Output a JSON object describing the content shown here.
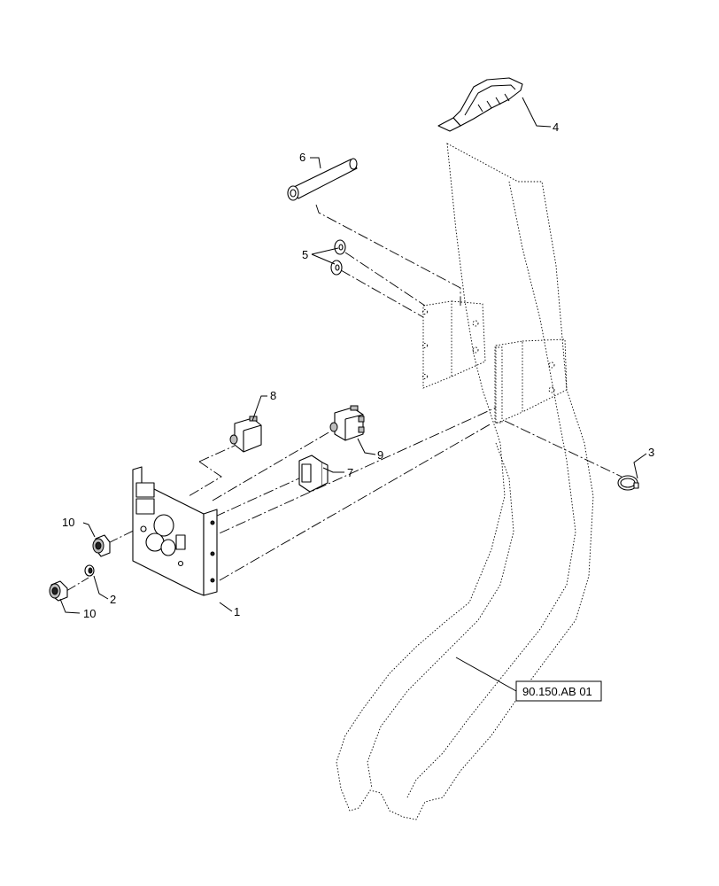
{
  "callouts": {
    "c1": "1",
    "c2": "2",
    "c3": "3",
    "c4": "4",
    "c5": "5",
    "c6": "6",
    "c7": "7",
    "c8": "8",
    "c9": "9",
    "c10a": "10",
    "c10b": "10"
  },
  "reference": {
    "label": "90.150.AB 01"
  }
}
